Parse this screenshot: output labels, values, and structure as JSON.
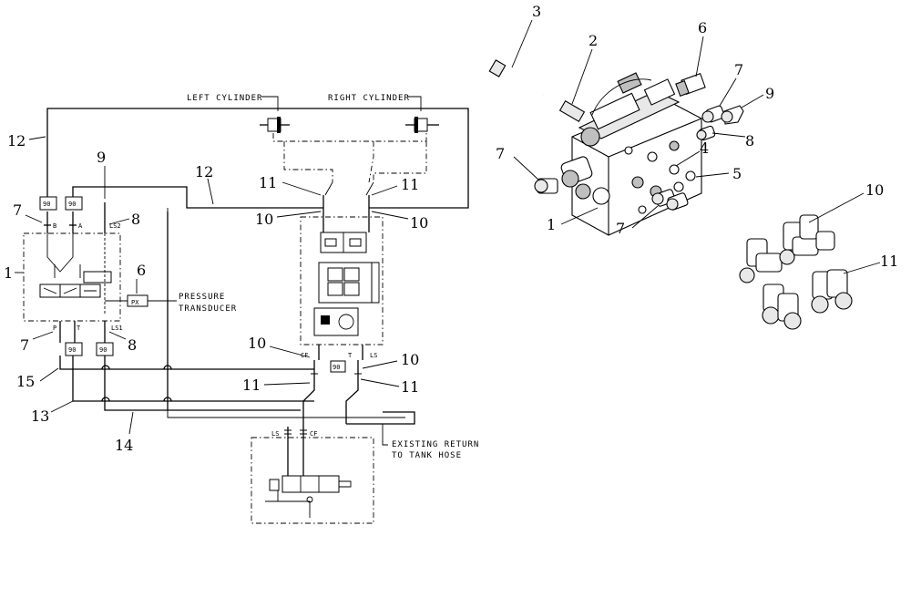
{
  "diagram": {
    "labels": {
      "left_cylinder": "LEFT CYLINDER",
      "right_cylinder": "RIGHT CYLINDER",
      "pressure": "PRESSURE",
      "transducer": "TRANSDUCER",
      "existing_return": "EXISTING RETURN",
      "to_tank_hose": "TO TANK HOSE"
    },
    "fitting_90": "90",
    "ports": {
      "b": "B",
      "a": "A",
      "ls2": "LS2",
      "p": "P",
      "t": "T",
      "ls1": "LS1",
      "cf": "CF",
      "t2": "T",
      "ls": "LS",
      "ls_bottom": "LS",
      "cf_bottom": "CF",
      "px": "PX"
    },
    "callouts": {
      "c12a": "12",
      "c12b": "12",
      "c9": "9",
      "c7a": "7",
      "c8a": "8",
      "c1": "1",
      "c6": "6",
      "c7b": "7",
      "c8b": "8",
      "c15": "15",
      "c13": "13",
      "c14": "14",
      "c11a": "11",
      "c11b": "11",
      "c10a": "10",
      "c10b": "10",
      "c10c": "10",
      "c10d": "10",
      "c11c": "11",
      "c11d": "11",
      "r3": "3",
      "r2": "2",
      "r6": "6",
      "r7a": "7",
      "r9": "9",
      "r7b": "7",
      "r4": "4",
      "r8": "8",
      "r5": "5",
      "r1": "1",
      "r7c": "7",
      "r10": "10",
      "r11": "11"
    }
  }
}
